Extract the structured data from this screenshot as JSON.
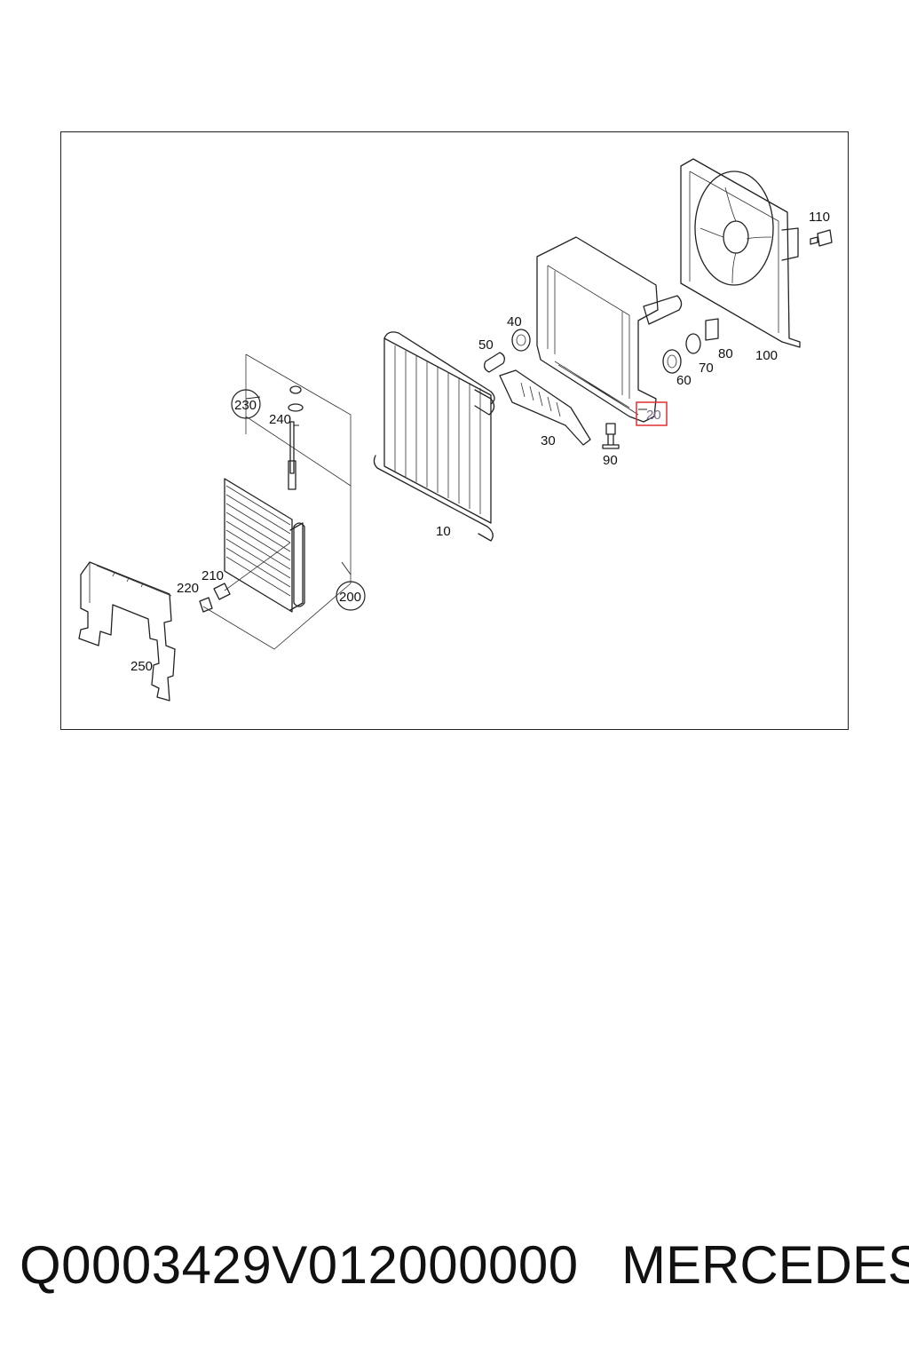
{
  "diagram": {
    "callouts": {
      "c10": "10",
      "c20": "20",
      "c30": "30",
      "c40": "40",
      "c50": "50",
      "c60": "60",
      "c70": "70",
      "c80": "80",
      "c90": "90",
      "c100": "100",
      "c110": "110",
      "c200": "200",
      "c210": "210",
      "c220": "220",
      "c230": "230",
      "c240": "240",
      "c250": "250"
    },
    "highlight_color": "#e03030"
  },
  "footer": {
    "code": "Q0003429V012000000",
    "brand": "MERCEDES"
  }
}
